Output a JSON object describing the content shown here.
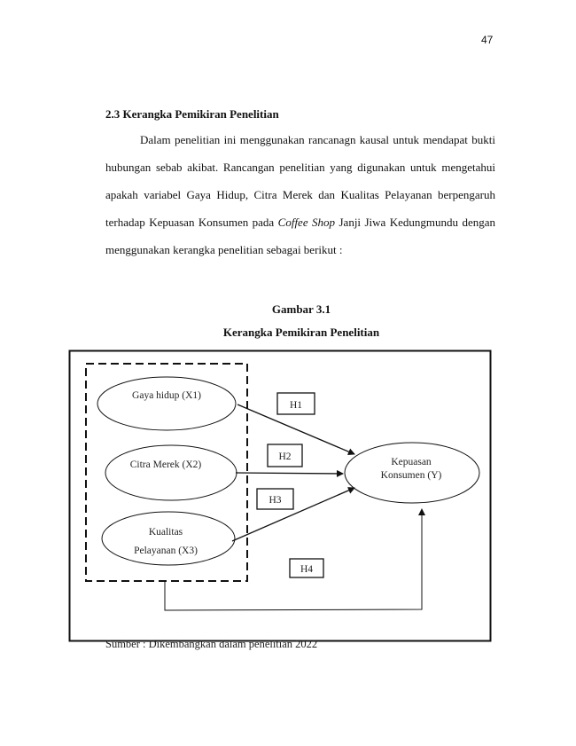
{
  "page_number": "47",
  "section_heading": "2.3 Kerangka Pemikiran Penelitian",
  "paragraph": {
    "lines": [
      "Dalam penelitian ini menggunakan rancanagn kausal untuk mendapat bukti",
      "hubungan sebab akibat. Rancangan penelitian yang digunakan untuk mengetahui",
      "apakah variabel Gaya Hidup, Citra Merek dan Kualitas Pelayanan berpengaruh"
    ],
    "line4_before": "terhadap Kepuasan Konsumen pada ",
    "line4_italic": "Coffee Shop",
    "line4_after": " Janji Jiwa Kedungmundu dengan",
    "line5": "menggunakan kerangka penelitian sebagai berikut :"
  },
  "figure": {
    "number": "Gambar 3.1",
    "title": "Kerangka Pemikiran Penelitian",
    "nodes": {
      "x1": "Gaya hidup (X1)",
      "x2": "Citra Merek (X2)",
      "x3_line1": "Kualitas",
      "x3_line2": "Pelayanan (X3)",
      "y_line1": "Kepuasan",
      "y_line2": "Konsumen (Y)"
    },
    "hypotheses": [
      "H1",
      "H2",
      "H3",
      "H4"
    ],
    "source": "Sumber : Dikembangkan dalam penelitian 2022"
  }
}
